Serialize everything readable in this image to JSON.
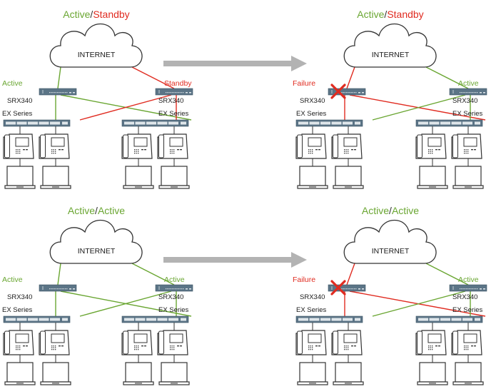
{
  "colors": {
    "active": "#6aa632",
    "standby": "#e02b20",
    "failure": "#e02b20",
    "arrow": "#b3b3b3",
    "device": "#5b7486",
    "outline": "#333333"
  },
  "cloud_label": "INTERNET",
  "firewall_model": "SRX340",
  "switch_model": "EX Series",
  "panels": [
    {
      "id": "as-before",
      "title_left": "Active",
      "title_sep": "/",
      "title_right": "Standby",
      "title_left_state": "active",
      "title_right_state": "standby",
      "left_state_label": "Active",
      "left_state": "active",
      "right_state_label": "Standby",
      "right_state": "standby",
      "left_failed": false
    },
    {
      "id": "as-after",
      "title_left": "Active",
      "title_sep": "/",
      "title_right": "Standby",
      "title_left_state": "active",
      "title_right_state": "standby",
      "left_state_label": "Failure",
      "left_state": "failure",
      "right_state_label": "Active",
      "right_state": "active",
      "left_failed": true
    },
    {
      "id": "aa-before",
      "title_left": "Active",
      "title_sep": "/",
      "title_right": "Active",
      "title_left_state": "active",
      "title_right_state": "active",
      "left_state_label": "Active",
      "left_state": "active",
      "right_state_label": "Active",
      "right_state": "active",
      "left_failed": false
    },
    {
      "id": "aa-after",
      "title_left": "Active",
      "title_sep": "/",
      "title_right": "Active",
      "title_left_state": "active",
      "title_right_state": "active",
      "left_state_label": "Failure",
      "left_state": "failure",
      "right_state_label": "Active",
      "right_state": "active",
      "left_failed": true
    }
  ],
  "transitions": [
    {
      "from": "as-before",
      "to": "as-after",
      "icon": "arrow-right-icon"
    },
    {
      "from": "aa-before",
      "to": "aa-after",
      "icon": "arrow-right-icon"
    }
  ]
}
